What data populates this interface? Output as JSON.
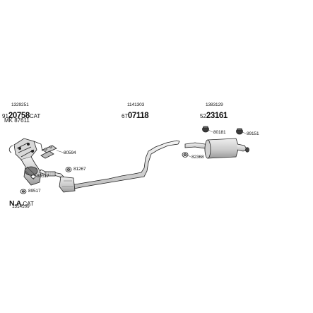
{
  "parts": {
    "front": {
      "ref_top": "1329251",
      "prefix": "91",
      "main": "20758",
      "suffix": "CAT",
      "mk_label": "MK 87611"
    },
    "middle": {
      "ref_top": "1141303",
      "prefix": "67",
      "main": "07118",
      "suffix": ""
    },
    "rear": {
      "ref_top": "1383129",
      "prefix": "52",
      "main": "23161",
      "suffix": ""
    },
    "na": {
      "prefix": "N.A.",
      "suffix": "CAT",
      "ref_bottom": "1514109"
    }
  },
  "callouts": {
    "c80594": "80594",
    "c81267": "81267",
    "c80517": "80517",
    "c89517": "89517",
    "c80181": "80181",
    "c89151": "89151",
    "c82368": "82368"
  },
  "colors": {
    "line": "#222222",
    "fill_light": "#e6e6e6",
    "fill_mid": "#b5b5b5",
    "fill_dark": "#555555"
  }
}
